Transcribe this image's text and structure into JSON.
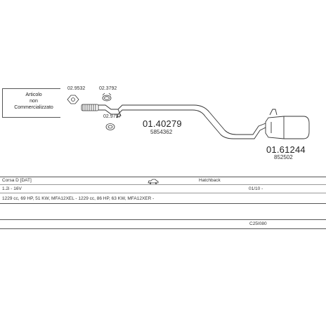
{
  "note": {
    "lines": [
      "Articolo",
      "non",
      "Commercializzato"
    ]
  },
  "parts": {
    "p1": "02.9532",
    "p2": "02.3792",
    "p3": "02.9797",
    "pipe_main": "01.40279",
    "pipe_oe": "5854362",
    "rear_main": "01.61244",
    "rear_oe": "852502"
  },
  "vehicle": {
    "model": "Corsa D [DAT]",
    "body": "Hatchback",
    "engine": "1.2i - 16V",
    "date": "01/10 -",
    "spec": "1229 cc, 69 HP, 51 KW, MFA12XEL - 1229 cc, 86 HP, 63 KW, MFA12XER -",
    "code": "C25I080"
  },
  "icons": {
    "vehicle_icon": "car-silhouette-icon"
  }
}
